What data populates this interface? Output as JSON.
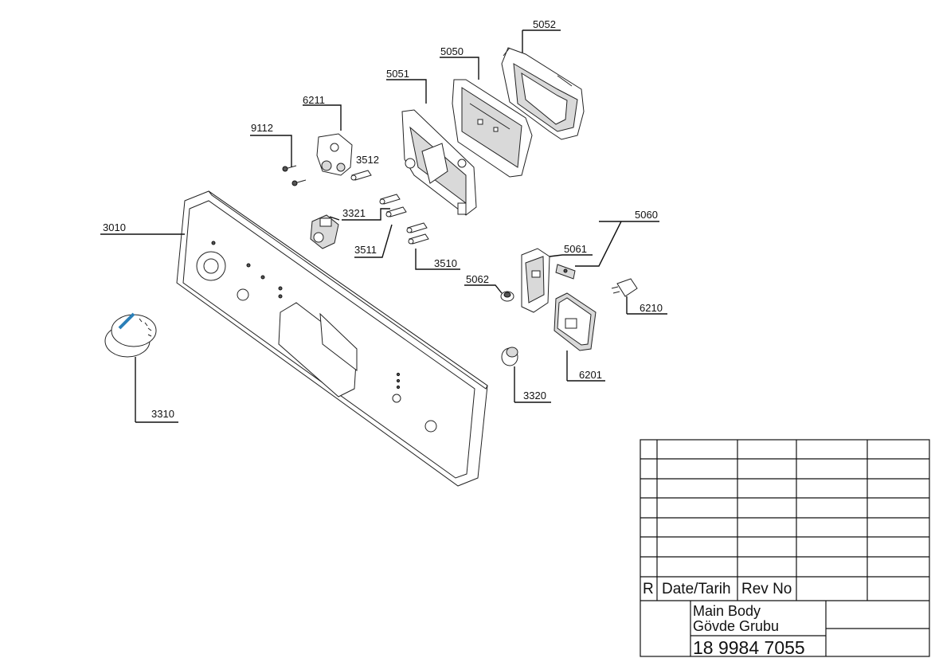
{
  "part_labels": {
    "p5052": "5052",
    "p5050": "5050",
    "p5051": "5051",
    "p6211": "6211",
    "p9112": "9112",
    "p3512": "3512",
    "p3321": "3321",
    "p3010": "3010",
    "p3511": "3511",
    "p3510": "3510",
    "p5060": "5060",
    "p5061": "5061",
    "p5062": "5062",
    "p6210": "6210",
    "p6201": "6201",
    "p3320": "3320",
    "p3310": "3310"
  },
  "title_block": {
    "rev_col_r": "R",
    "rev_col_date": "Date/Tarih",
    "rev_col_revno": "Rev No",
    "title_line1": "Main Body",
    "title_line2": "Gövde Grubu",
    "drawing_number": "18 9984 7055"
  },
  "colors": {
    "line": "#111111",
    "knob_accent": "#2a7fb8"
  }
}
